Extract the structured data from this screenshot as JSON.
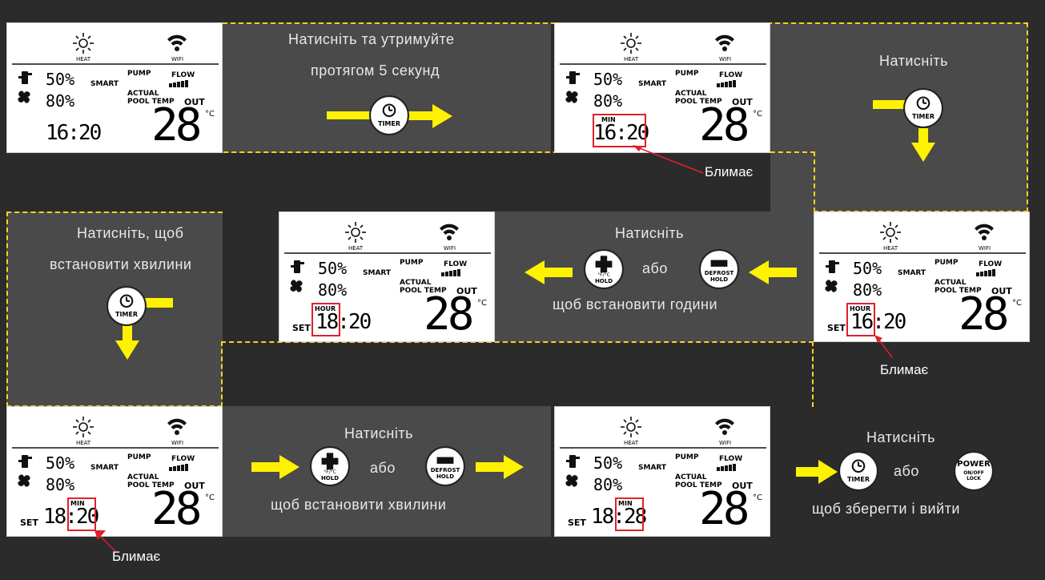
{
  "lcd": {
    "heat_label": "HEAT",
    "wifi_label": "WIFI",
    "humidity_value": "50%",
    "fan_value": "80%",
    "smart_label": "SMART",
    "pump_label": "PUMP",
    "flow_label": "FLOW",
    "actual_label": "ACTUAL",
    "pool_temp_label": "POOL TEMP",
    "out_label": "OUT",
    "temperature": "28",
    "unit": "°C",
    "set_label": "SET",
    "min_tag": "MIN",
    "hour_tag": "HOUR"
  },
  "screens": {
    "s1_time": "16:20",
    "s2_time": "16:20",
    "s3_time": "16:20",
    "s4_time": "18:20",
    "s5_time": "18:20",
    "s6_time": "18:28"
  },
  "buttons": {
    "timer": "TIMER",
    "plus_sub": "°F/°C",
    "plus_hold": "HOLD",
    "defrost": "DEFROST",
    "defrost_hold": "HOLD",
    "power": "POWER",
    "power_sub": "ON/OFF",
    "power_lock": "LOCK"
  },
  "steps": {
    "step1_line1": "Натисніть та утримуйте",
    "step1_line2": "протягом 5 секунд",
    "step2": "Натисніть",
    "step3_line1": "Натисніть",
    "step3_or": "або",
    "step3_line2": "щоб встановити години",
    "step4_line1": "Натисніть, щоб",
    "step4_line2": "встановити хвилини",
    "step5_line1": "Натисніть",
    "step5_or": "або",
    "step5_line2": "щоб встановити хвилини",
    "step6_line1": "Натисніть",
    "step6_or": "або",
    "step6_line2": "щоб зберегти і вийти"
  },
  "blink_label": "Блимає",
  "colors": {
    "background": "#2b2b2b",
    "band": "#4a4a4a",
    "accent_yellow": "#ffd21f",
    "arrow_yellow": "#fff200",
    "highlight_red": "#e0202a"
  }
}
